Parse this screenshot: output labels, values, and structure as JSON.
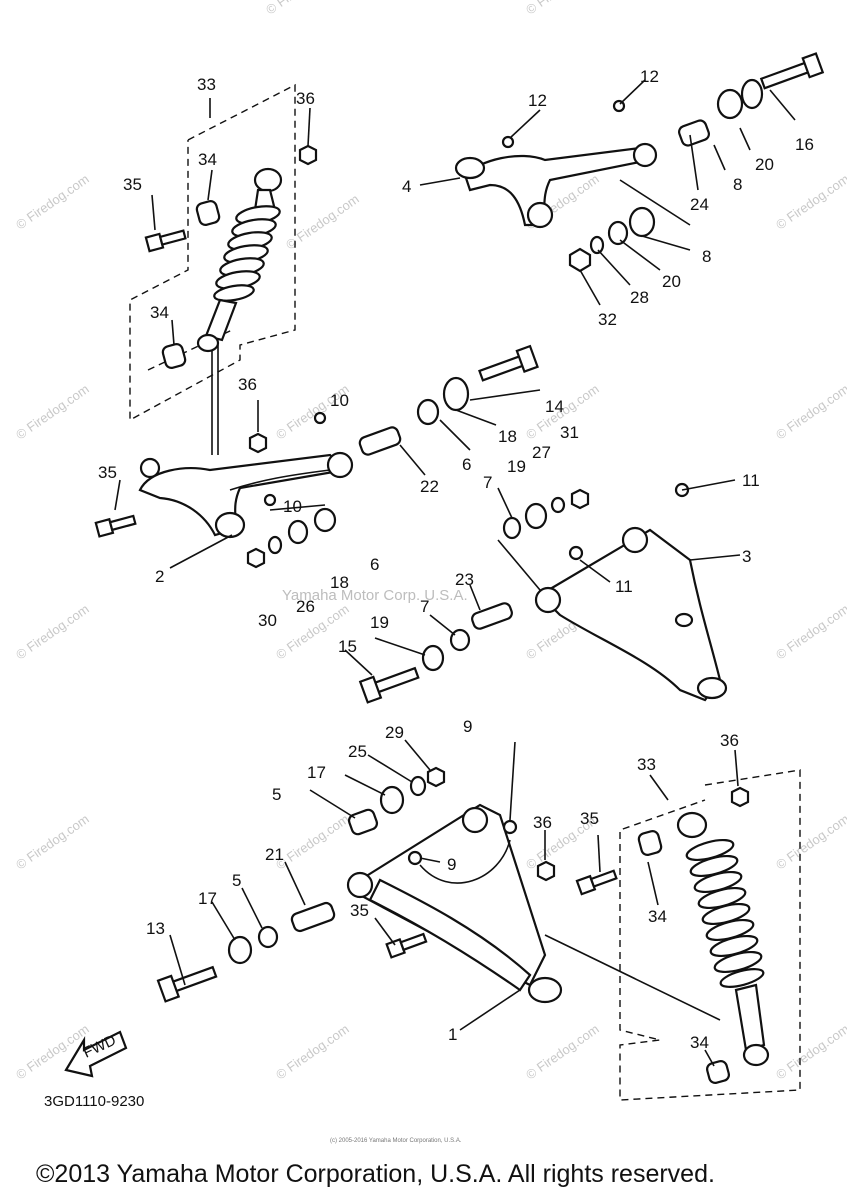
{
  "diagram": {
    "callouts": {
      "c1": "1",
      "c2": "2",
      "c3": "3",
      "c4": "4",
      "c5a": "5",
      "c5b": "5",
      "c6a": "6",
      "c6b": "6",
      "c7a": "7",
      "c7b": "7",
      "c8a": "8",
      "c8b": "8",
      "c9a": "9",
      "c9b": "9",
      "c10a": "10",
      "c10b": "10",
      "c11a": "11",
      "c11b": "11",
      "c12a": "12",
      "c12b": "12",
      "c13": "13",
      "c14": "14",
      "c15": "15",
      "c16": "16",
      "c17a": "17",
      "c17b": "17",
      "c18a": "18",
      "c18b": "18",
      "c19a": "19",
      "c19b": "19",
      "c20a": "20",
      "c20b": "20",
      "c21": "21",
      "c22": "22",
      "c23": "23",
      "c24": "24",
      "c25": "25",
      "c26": "26",
      "c27": "27",
      "c28": "28",
      "c29": "29",
      "c30": "30",
      "c31": "31",
      "c32": "32",
      "c33a": "33",
      "c33b": "33",
      "c34a": "34",
      "c34b": "34",
      "c34c": "34",
      "c35a": "35",
      "c35b": "35",
      "c35c": "35",
      "c35d": "35",
      "c36a": "36",
      "c36b": "36",
      "c36c": "36",
      "c36d": "36"
    },
    "fwd_label": "FWD",
    "diagram_code": "3GD1110-9230",
    "watermark": "© Firedog.com",
    "center_watermark": "Yamaha Motor Corp. U.S.A.",
    "small_copyright": "(c) 2005-2016 Yamaha Motor Corporation, U.S.A."
  },
  "footer": {
    "copyright": "©2013 Yamaha Motor Corporation, U.S.A. All rights reserved."
  }
}
